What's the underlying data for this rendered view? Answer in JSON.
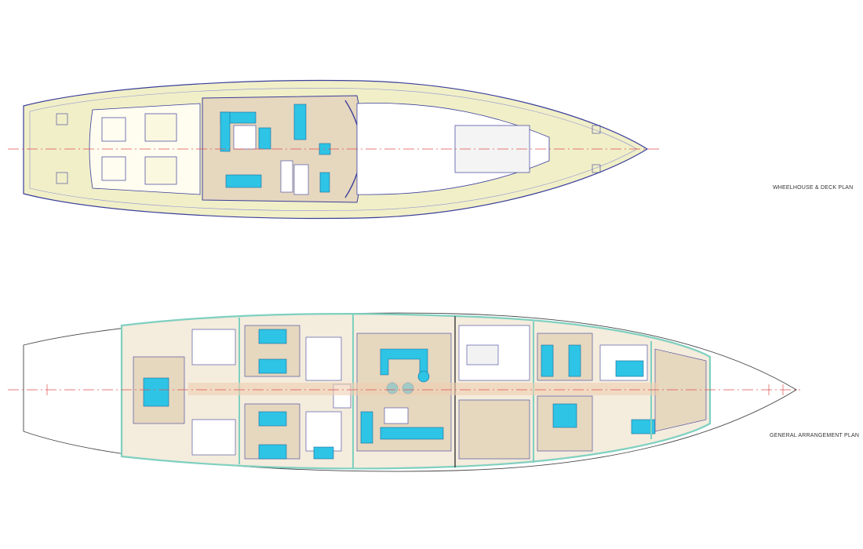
{
  "drawings": [
    {
      "id": "deck",
      "title": "WHEELHOUSE & DECK PLAN"
    },
    {
      "id": "ga",
      "title": "GENERAL ARRANGEMENT PLAN"
    }
  ],
  "colors": {
    "deck_fill": "#f1efc8",
    "hull_line": "#3a3f9a",
    "centerline": "#e05050",
    "furniture": "#2ec4e6",
    "floor": "#e6d7bf",
    "bulkhead": "#7fd0c0",
    "door": "#d040c0"
  }
}
